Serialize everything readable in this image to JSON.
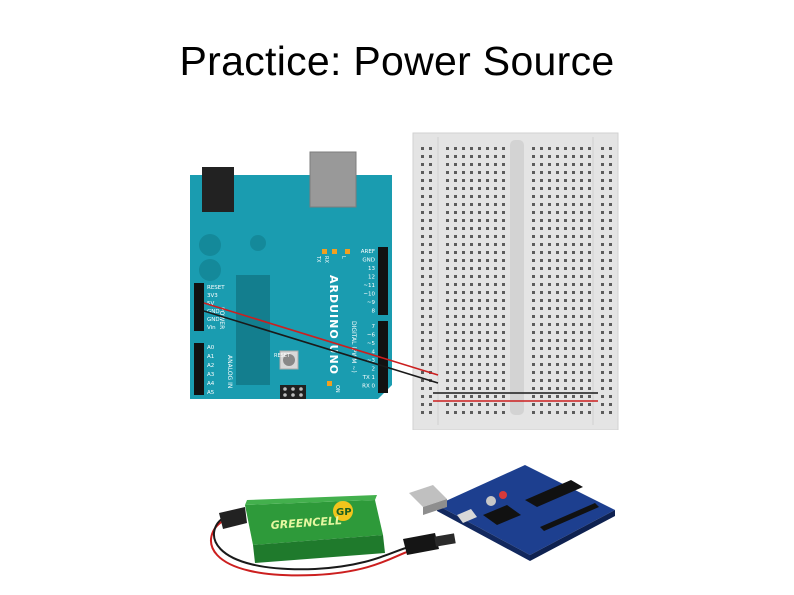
{
  "slide": {
    "title": "Practice: Power Source"
  },
  "arduino": {
    "board_name": "ARDUINO UNO",
    "section_digital": "DIGITAL (PWM ~)",
    "section_power": "POWER",
    "section_analog": "ANALOG IN",
    "reset_label": "RESET",
    "icsp_label": "ICSP",
    "on_label": "ON",
    "tx_label": "TX",
    "rx_label": "RX",
    "l_label": "L",
    "power_pins": [
      "RESET",
      "3V3",
      "5V",
      "GND",
      "GND",
      "Vin"
    ],
    "analog_pins": [
      "A0",
      "A1",
      "A2",
      "A3",
      "A4",
      "A5"
    ],
    "digital_pins": [
      "AREF",
      "GND",
      "13",
      "12",
      "~11",
      "~10",
      "~9",
      "8",
      "7",
      "~6",
      "~5",
      "4",
      "~3",
      "2",
      "TX 1",
      "RX 0"
    ],
    "board_color": "#1a9cb0"
  },
  "battery": {
    "brand": "GP",
    "product": "GREENCELL",
    "label_color": "#2e9a3a"
  },
  "colors": {
    "wire_red": "#cc1f1f",
    "wire_black": "#1a1a1a",
    "breadboard": "#e4e4e4",
    "uno_blue": "#1d3f8f"
  }
}
